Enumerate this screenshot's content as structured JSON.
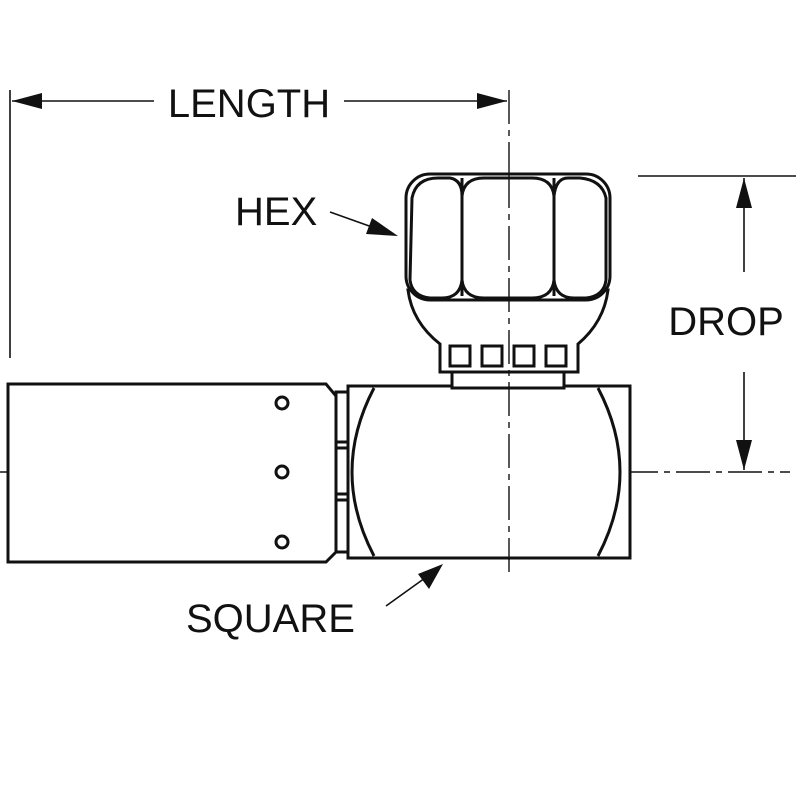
{
  "labels": {
    "length": "LENGTH",
    "hex": "HEX",
    "drop": "DROP",
    "square": "SQUARE"
  },
  "colors": {
    "stroke": "#111111",
    "background": "#ffffff"
  }
}
